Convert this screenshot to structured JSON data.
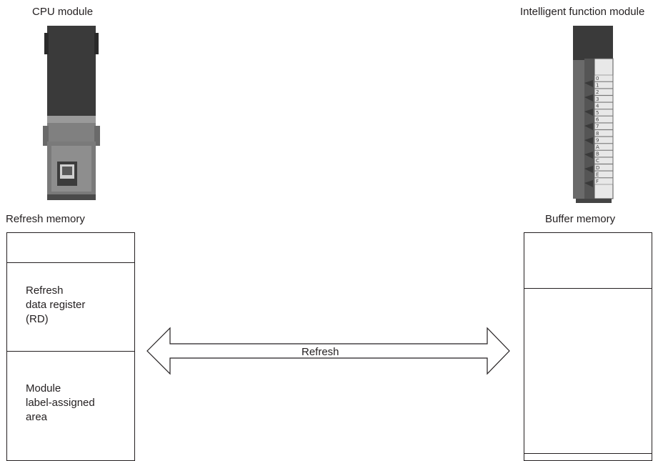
{
  "cpu": {
    "title": "CPU module",
    "memory_title": "Refresh memory",
    "sections": [
      "",
      "Refresh\ndata register\n(RD)",
      "Module\nlabel-assigned\narea"
    ]
  },
  "intelligent": {
    "title": "Intelligent function module",
    "memory_title": "Buffer memory",
    "led_labels": [
      "0",
      "1",
      "2",
      "3",
      "4",
      "5",
      "6",
      "7",
      "8",
      "9",
      "A",
      "B",
      "C",
      "D",
      "E",
      "F"
    ]
  },
  "arrow": {
    "label": "Refresh"
  }
}
